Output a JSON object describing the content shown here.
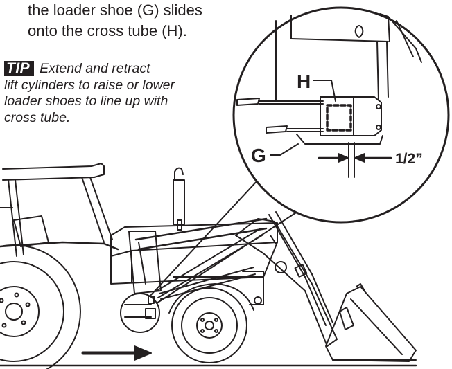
{
  "instruction": {
    "line1": "the loader shoe (G) slides",
    "line2": "onto the cross tube (H)."
  },
  "tip": {
    "badge": "TIP",
    "line1": "Extend and retract",
    "line2": "lift cylinders to raise or lower",
    "line3": "loader shoes to line up with",
    "line4": "cross tube."
  },
  "callouts": {
    "h": "H",
    "g": "G",
    "gap": "1/2”"
  }
}
